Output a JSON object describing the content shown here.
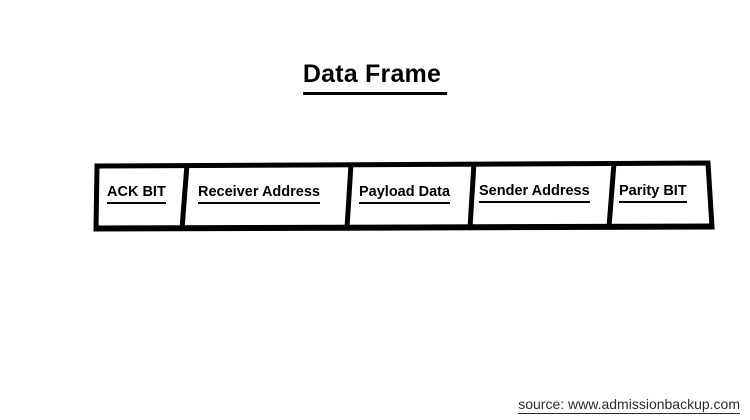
{
  "diagram": {
    "title": "Data Frame ",
    "type": "packet-frame",
    "colors": {
      "background": "#ffffff",
      "stroke": "#000000",
      "text": "#000000",
      "source_text": "#2b2b2b"
    },
    "fields": [
      {
        "label": "ACK BIT"
      },
      {
        "label": "Receiver Address"
      },
      {
        "label": "Payload Data"
      },
      {
        "label": "Sender Address"
      },
      {
        "label": "Parity BIT"
      }
    ]
  },
  "footer": {
    "source": "source: www.admissionbackup.com"
  }
}
